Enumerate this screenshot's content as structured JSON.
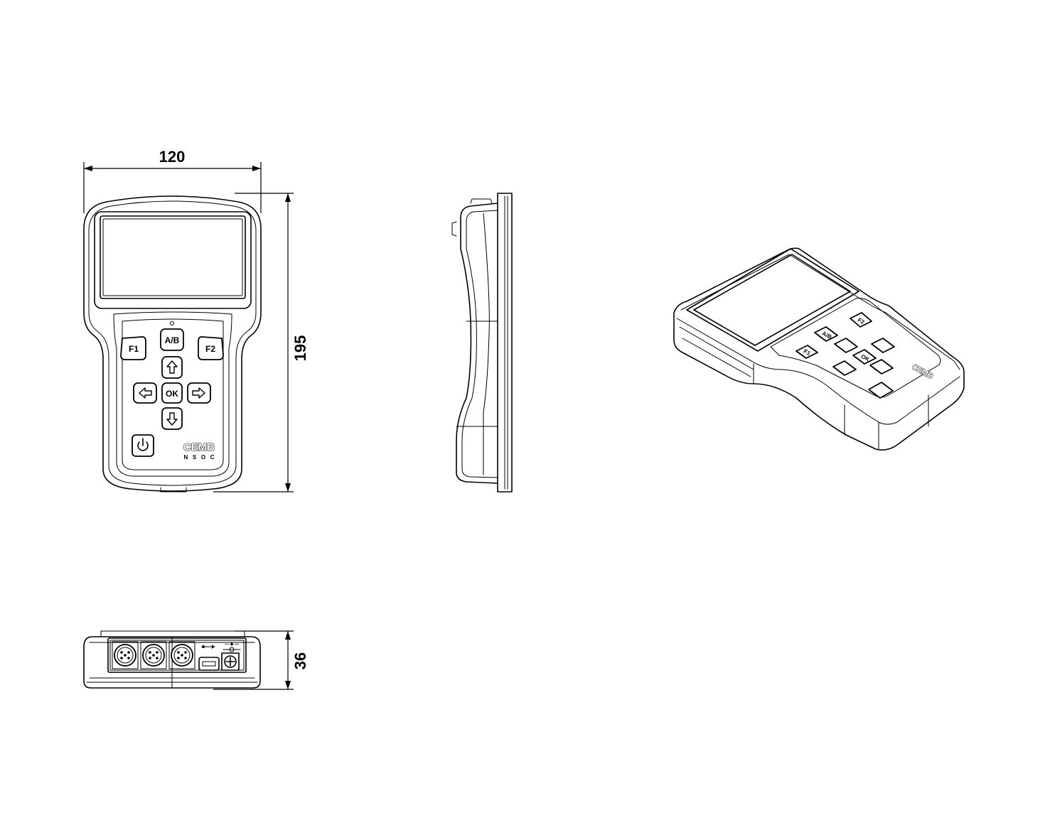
{
  "dimensions": {
    "width": "120",
    "height": "195",
    "depth": "36"
  },
  "keys": {
    "f1": "F1",
    "f2": "F2",
    "ab": "A/B",
    "ok": "OK",
    "up": "up-arrow-icon",
    "down": "down-arrow-icon",
    "left": "left-arrow-icon",
    "right": "right-arrow-icon",
    "power": "power-icon"
  },
  "brand": {
    "name": "CEMB",
    "indicators": "N   S   O   C"
  },
  "bottom_ports": {
    "connector_count": 3,
    "usb": "usb-icon",
    "power_jack": "dc-power-jack-icon"
  },
  "colors": {
    "line": "#000000",
    "background": "#ffffff"
  }
}
